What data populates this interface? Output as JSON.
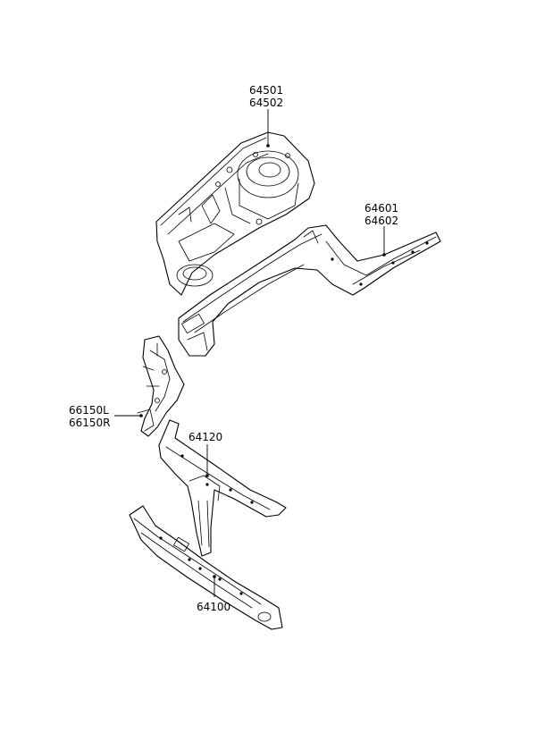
{
  "callouts": {
    "c64501": [
      "64501",
      "64502"
    ],
    "c64601": [
      "64601",
      "64602"
    ],
    "c66150": [
      "66150L",
      "66150R"
    ],
    "c64120": [
      "64120"
    ],
    "c64100": [
      "64100"
    ]
  },
  "colors": {
    "line": "#000000",
    "background": "#ffffff"
  }
}
